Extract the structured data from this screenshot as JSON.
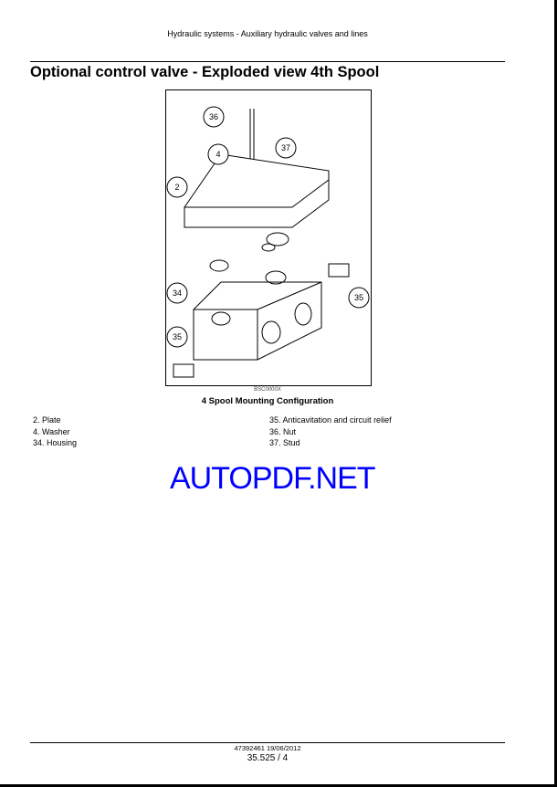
{
  "header": {
    "text": "Hydraulic systems - Auxiliary hydraulic valves and lines"
  },
  "title": "Optional control valve - Exploded view 4th Spool",
  "figure": {
    "code": "BSC0000X",
    "caption": "4 Spool Mounting Configuration",
    "callouts": [
      "36",
      "37",
      "4",
      "2",
      "34",
      "35",
      "35"
    ]
  },
  "watermark": "AUTOPDF.NET",
  "legend": {
    "left": [
      "2.  Plate",
      "4.  Washer",
      "34.  Housing"
    ],
    "right": [
      "35.  Anticavitation and circuit relief",
      "36.  Nut",
      "37.  Stud"
    ]
  },
  "footer": {
    "doc": "47392461 19/06/2012",
    "page": "35.525 / 4"
  }
}
